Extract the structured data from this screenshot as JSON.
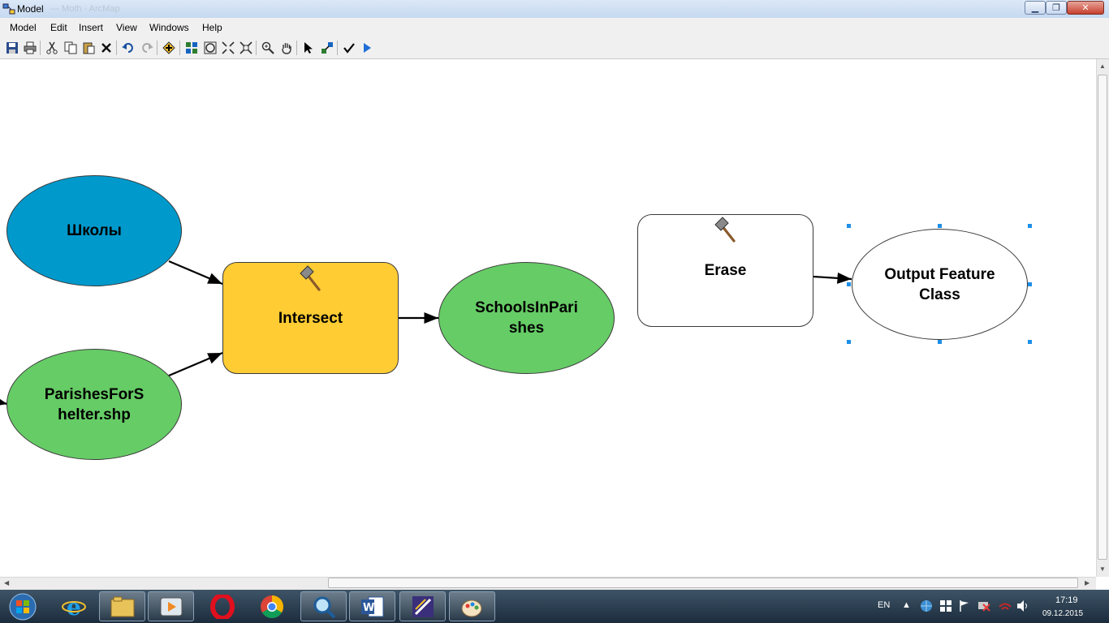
{
  "window": {
    "title": "Model",
    "title_blurred": "— Moth · ArcMap"
  },
  "menu": [
    "Model",
    "Edit",
    "Insert",
    "View",
    "Windows",
    "Help"
  ],
  "toolbar_icons": [
    "save-icon",
    "print-icon",
    "cut-icon",
    "copy-icon",
    "paste-icon",
    "delete-icon",
    "undo-icon",
    "redo-icon",
    "add-data-icon",
    "auto-layout-icon",
    "full-extent-icon",
    "zoom-fixed-in-icon",
    "zoom-fixed-out-icon",
    "zoom-in-icon",
    "pan-icon",
    "select-icon",
    "connect-icon",
    "validate-icon",
    "run-icon"
  ],
  "diagram": {
    "nodes": [
      {
        "id": "shkoly",
        "label": "Школы",
        "kind": "input-data",
        "color": "#0099cc"
      },
      {
        "id": "parishes",
        "label": "ParishesForS helter.shp",
        "kind": "input-data",
        "color": "#66cc66"
      },
      {
        "id": "intersect",
        "label": "Intersect",
        "kind": "tool",
        "color": "#ffcc33"
      },
      {
        "id": "schools-in-parishes",
        "label": "SchoolsInPari shes",
        "kind": "derived-data",
        "color": "#66cc66"
      },
      {
        "id": "erase",
        "label": "Erase",
        "kind": "tool",
        "color": "#ffffff"
      },
      {
        "id": "output-fc",
        "label": "Output Feature Class",
        "kind": "derived-data",
        "color": "#ffffff",
        "selected": true
      }
    ],
    "edges": [
      [
        "shkoly",
        "intersect"
      ],
      [
        "parishes",
        "intersect"
      ],
      [
        "intersect",
        "schools-in-parishes"
      ],
      [
        "erase",
        "output-fc"
      ]
    ]
  },
  "taskbar": {
    "apps": [
      "start-orb-icon",
      "internet-explorer-icon",
      "file-explorer-icon",
      "media-player-icon",
      "opera-icon",
      "chrome-icon",
      "search-tool-icon",
      "word-icon",
      "arcmap-icon",
      "paint-icon"
    ],
    "tray": {
      "language": "EN",
      "time": "17:19",
      "date": "09.12.2015"
    }
  }
}
